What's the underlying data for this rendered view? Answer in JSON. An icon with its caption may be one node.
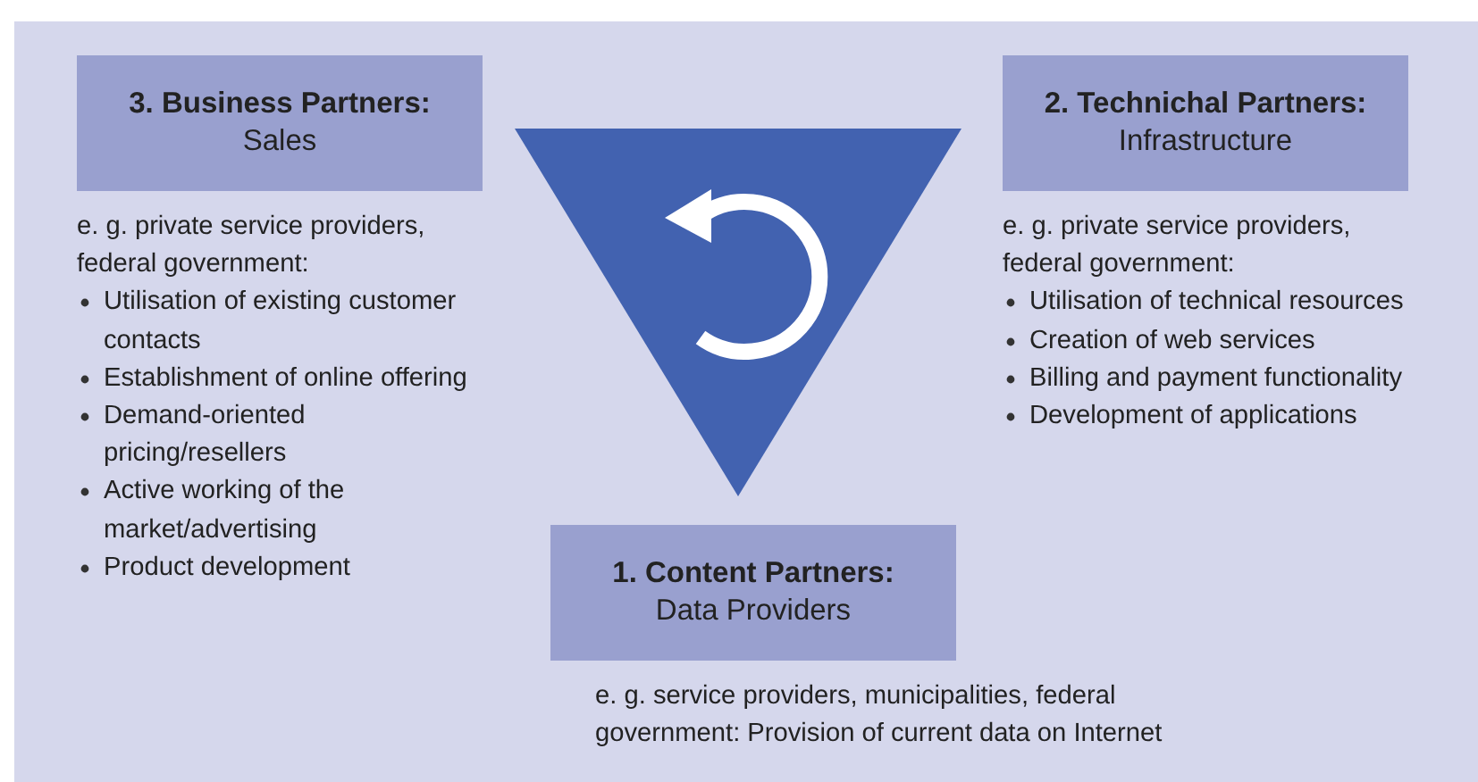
{
  "diagram": {
    "nodes": [
      {
        "text": [
          "3. Business Partners:",
          "Sales"
        ],
        "beside": [
          "e. g. private service providers, federal government:",
          "Utilisation of existing customer contacts",
          "Establishment of online offering",
          "Demand-oriented pricing/resellers",
          "Active working of the market/advertising",
          "Product development"
        ]
      },
      {
        "text": [
          "2. Technichal Partners:",
          "Infrastructure"
        ],
        "beside": [
          "e. g. private service providers, federal government:",
          "Utilisation of technical resources",
          "Creation of web services",
          "Billing and payment functionality",
          "Development of applications"
        ]
      },
      {
        "text": [
          "1. Content Partners:",
          "Data Providers"
        ],
        "beside": [
          "e. g. service providers, municipalities, federal government: Provision of current data on Internet"
        ]
      }
    ]
  }
}
